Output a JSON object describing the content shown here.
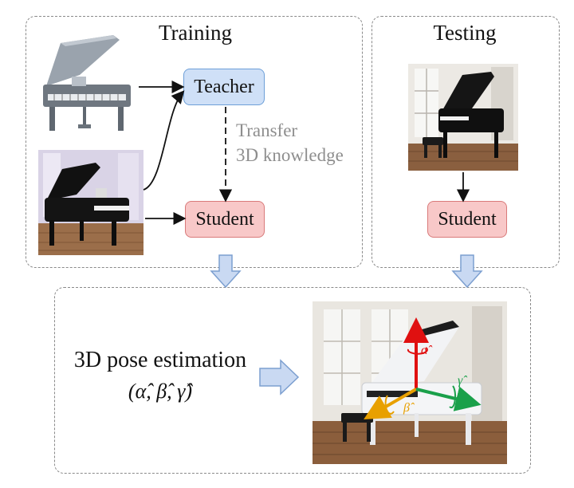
{
  "training": {
    "title": "Training"
  },
  "testing": {
    "title": "Testing"
  },
  "nodes": {
    "teacher": "Teacher",
    "student_training": "Student",
    "student_testing": "Student"
  },
  "transfer_note": {
    "line1": "Transfer",
    "line2": "3D knowledge"
  },
  "result": {
    "label": "3D pose estimation",
    "formula": "(α̂, β̂, γ̂)",
    "axes": {
      "alpha": "α̂",
      "beta": "β̂",
      "gamma": "γ̂"
    }
  },
  "colors": {
    "teacher_fill": "#cfe0f7",
    "teacher_border": "#6d9fd8",
    "student_fill": "#f8c8c8",
    "student_border": "#d97a7a",
    "flow_arrow": "#c9d9f2",
    "axis_alpha": "#e01010",
    "axis_beta": "#e8a000",
    "axis_gamma": "#1aa04a"
  },
  "icons": [
    "piano-cad-model",
    "piano-photo-training",
    "piano-photo-testing",
    "piano-pose-photo",
    "block-arrow-down",
    "block-arrow-right"
  ]
}
